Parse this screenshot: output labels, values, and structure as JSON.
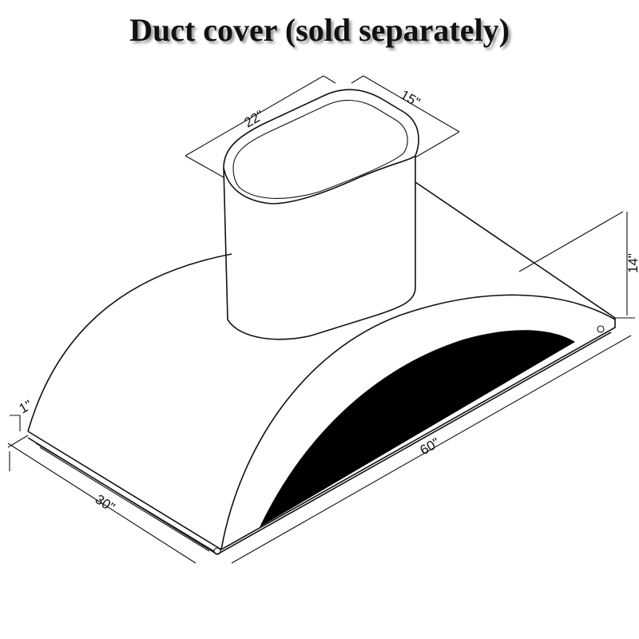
{
  "title": "Duct cover (sold separately)",
  "dimensions": {
    "duct_width": "22\"",
    "duct_depth": "15\"",
    "height": "14\"",
    "lip": "1\"",
    "depth": "30\"",
    "width": "60\""
  }
}
